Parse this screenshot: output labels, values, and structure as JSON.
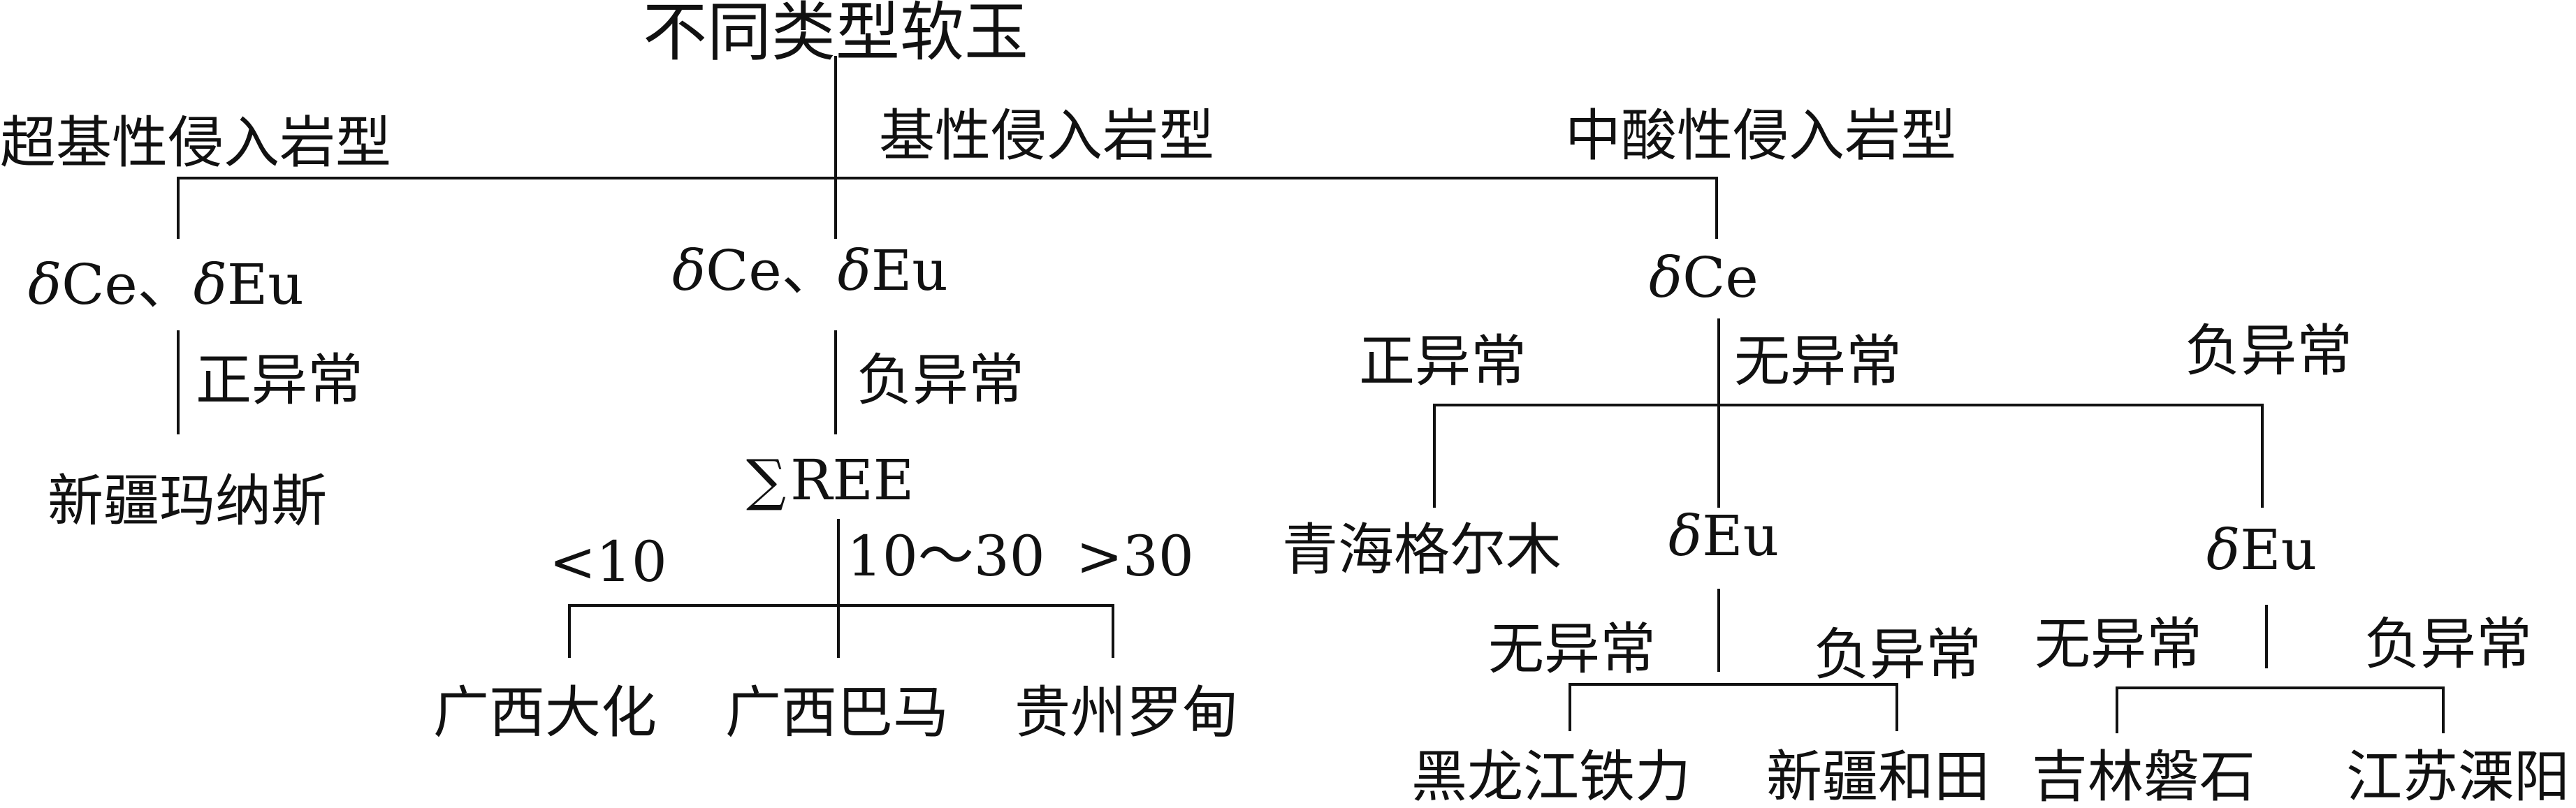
{
  "title": "不同类型软玉",
  "branches": {
    "ultramafic": {
      "label": "超基性侵入岩型",
      "ind_delta1": "δ",
      "ind_ce": "Ce、",
      "ind_delta2": "δ",
      "ind_eu": "Eu",
      "anomaly": "正异常",
      "locality": "新疆玛纳斯"
    },
    "basic": {
      "label": "基性侵入岩型",
      "ind_delta1": "δ",
      "ind_ce": "Ce、",
      "ind_delta2": "δ",
      "ind_eu": "Eu",
      "anomaly": "负异常",
      "ree_sym": "∑",
      "ree": "REE",
      "ree_lt": "<10",
      "ree_mid": "10～30",
      "ree_gt": ">30",
      "loc_a": "广西大化",
      "loc_b": "广西巴马",
      "loc_c": "贵州罗甸"
    },
    "intermediate": {
      "label": "中酸性侵入岩型",
      "ind_delta": "δ",
      "ind_ce": "Ce",
      "pos": "正异常",
      "none": "无异常",
      "neg": "负异常",
      "pos_loc": "青海格尔木",
      "eu1_delta": "δ",
      "eu1": "Eu",
      "eu1_none": "无异常",
      "eu1_neg": "负异常",
      "eu1_none_loc": "黑龙江铁力",
      "eu1_neg_loc": "新疆和田",
      "eu2_delta": "δ",
      "eu2": "Eu",
      "eu2_none": "无异常",
      "eu2_neg": "负异常",
      "eu2_none_loc": "吉林磐石",
      "eu2_neg_loc": "江苏溧阳"
    }
  },
  "colors": {
    "ink": "#111111",
    "background": "#ffffff"
  }
}
